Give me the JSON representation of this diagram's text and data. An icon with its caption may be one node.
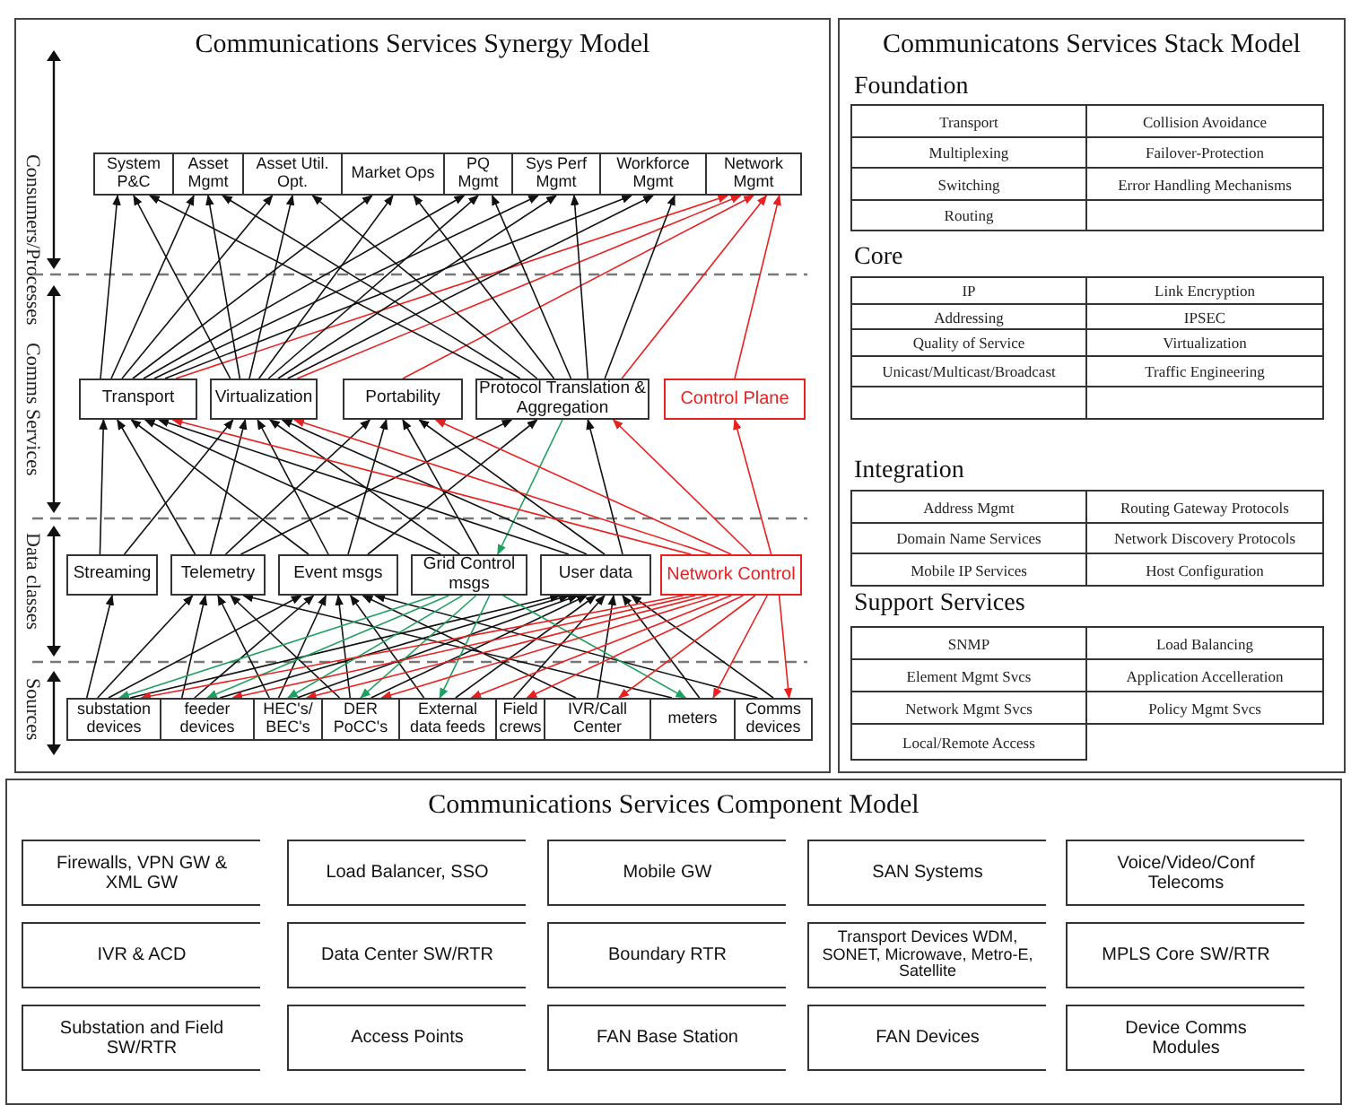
{
  "diagram": {
    "nodes": [
      {
        "text": [
          "Communications Services Synergy Model"
        ]
      },
      {
        "text": [
          "System P&C"
        ],
        "in": 0
      },
      {
        "text": [
          "Asset Mgmt"
        ],
        "in": 0
      },
      {
        "text": [
          "Asset Util. Opt."
        ],
        "in": 0
      },
      {
        "text": [
          "Market Ops"
        ],
        "in": 0
      },
      {
        "text": [
          "PQ Mgmt"
        ],
        "in": 0
      },
      {
        "text": [
          "Sys Perf Mgmt"
        ],
        "in": 0
      },
      {
        "text": [
          "Workforce Mgmt"
        ],
        "in": 0
      },
      {
        "text": [
          "Network Mgmt"
        ],
        "in": 0
      },
      {
        "text": [
          "Transport"
        ],
        "in": 0
      },
      {
        "text": [
          "Virtualization"
        ],
        "in": 0
      },
      {
        "text": [
          "Portability"
        ],
        "in": 0
      },
      {
        "text": [
          "Protocol Translation & Aggregation"
        ],
        "in": 0
      },
      {
        "text": [
          "Control Plane"
        ],
        "in": 0
      },
      {
        "text": [
          "Streaming"
        ],
        "in": 0
      },
      {
        "text": [
          "Telemetry"
        ],
        "in": 0
      },
      {
        "text": [
          "Event msgs"
        ],
        "in": 0
      },
      {
        "text": [
          "Grid Control msgs"
        ],
        "in": 0
      },
      {
        "text": [
          "User data"
        ],
        "in": 0
      },
      {
        "text": [
          "Network Control"
        ],
        "in": 0
      },
      {
        "text": [
          "substation devices"
        ],
        "in": 0
      },
      {
        "text": [
          "feeder devices"
        ],
        "in": 0
      },
      {
        "text": [
          "HEC's/ BEC's"
        ],
        "in": 0
      },
      {
        "text": [
          "DER PoCC's"
        ],
        "in": 0
      },
      {
        "text": [
          "External data feeds"
        ],
        "in": 0
      },
      {
        "text": [
          "Field crews"
        ],
        "in": 0
      },
      {
        "text": [
          "IVR/Call Center"
        ],
        "in": 0
      },
      {
        "text": [
          "meters"
        ],
        "in": 0
      },
      {
        "text": [
          "Comms devices"
        ],
        "in": 0
      },
      {
        "text": [
          "Communicatons Services Stack Model"
        ]
      },
      {
        "text": [
          "Communications Services Component Model"
        ]
      },
      {
        "text": [
          "Firewalls, VPN GW & XML GW"
        ],
        "in": 30
      },
      {
        "text": [
          "Load Balancer, SSO"
        ],
        "in": 30
      },
      {
        "text": [
          "Mobile GW"
        ],
        "in": 30
      },
      {
        "text": [
          "SAN Systems"
        ],
        "in": 30
      },
      {
        "text": [
          "Voice/Video/Conf Telecoms"
        ],
        "in": 30
      },
      {
        "text": [
          "IVR & ACD"
        ],
        "in": 30
      },
      {
        "text": [
          "Data Center SW/RTR"
        ],
        "in": 30
      },
      {
        "text": [
          "Boundary RTR"
        ],
        "in": 30
      },
      {
        "text": [
          "Transport Devices WDM, SONET, Microwave, Metro-E, Satellite"
        ],
        "in": 30
      },
      {
        "text": [
          "MPLS Core SW/RTR"
        ],
        "in": 30
      },
      {
        "text": [
          "Substation and Field SW/RTR"
        ],
        "in": 30
      },
      {
        "text": [
          "Access Points"
        ],
        "in": 30
      },
      {
        "text": [
          "FAN Base Station"
        ],
        "in": 30
      },
      {
        "text": [
          "FAN Devices"
        ],
        "in": 30
      },
      {
        "text": [
          "Device Comms Modules"
        ],
        "in": 30
      }
    ],
    "edges": [
      {
        "from": 9,
        "to": 1,
        "arrow": "to"
      },
      {
        "from": 9,
        "to": 2,
        "arrow": "to"
      },
      {
        "from": 9,
        "to": 3,
        "arrow": "to"
      },
      {
        "from": 9,
        "to": 4,
        "arrow": "to"
      },
      {
        "from": 9,
        "to": 5,
        "arrow": "to"
      },
      {
        "from": 9,
        "to": 6,
        "arrow": "to"
      },
      {
        "from": 9,
        "to": 7,
        "arrow": "to"
      },
      {
        "from": 9,
        "to": 8,
        "arrow": "to",
        "color": "#e82020"
      },
      {
        "from": 10,
        "to": 1,
        "arrow": "to"
      },
      {
        "from": 10,
        "to": 2,
        "arrow": "to"
      },
      {
        "from": 10,
        "to": 3,
        "arrow": "to"
      },
      {
        "from": 10,
        "to": 4,
        "arrow": "to"
      },
      {
        "from": 10,
        "to": 5,
        "arrow": "to"
      },
      {
        "from": 10,
        "to": 6,
        "arrow": "to"
      },
      {
        "from": 10,
        "to": 7,
        "arrow": "to"
      },
      {
        "from": 10,
        "to": 8,
        "arrow": "to",
        "color": "#e82020"
      },
      {
        "from": 11,
        "to": 8,
        "arrow": "to",
        "color": "#e82020"
      },
      {
        "from": 12,
        "to": 1,
        "arrow": "to"
      },
      {
        "from": 12,
        "to": 2,
        "arrow": "to"
      },
      {
        "from": 12,
        "to": 3,
        "arrow": "to"
      },
      {
        "from": 12,
        "to": 4,
        "arrow": "to"
      },
      {
        "from": 12,
        "to": 5,
        "arrow": "to"
      },
      {
        "from": 12,
        "to": 6,
        "arrow": "to"
      },
      {
        "from": 12,
        "to": 7,
        "arrow": "to"
      },
      {
        "from": 12,
        "to": 8,
        "arrow": "to",
        "color": "#e82020"
      },
      {
        "from": 13,
        "to": 8,
        "arrow": "to",
        "color": "#e82020"
      },
      {
        "from": 14,
        "to": 9,
        "arrow": "to"
      },
      {
        "from": 14,
        "to": 10,
        "arrow": "to"
      },
      {
        "from": 15,
        "to": 9,
        "arrow": "to"
      },
      {
        "from": 15,
        "to": 10,
        "arrow": "to"
      },
      {
        "from": 15,
        "to": 11,
        "arrow": "to"
      },
      {
        "from": 15,
        "to": 12,
        "arrow": "to"
      },
      {
        "from": 16,
        "to": 9,
        "arrow": "to"
      },
      {
        "from": 16,
        "to": 10,
        "arrow": "to"
      },
      {
        "from": 16,
        "to": 11,
        "arrow": "to"
      },
      {
        "from": 16,
        "to": 12,
        "arrow": "to"
      },
      {
        "from": 17,
        "to": 9,
        "arrow": "to"
      },
      {
        "from": 17,
        "to": 10,
        "arrow": "to"
      },
      {
        "from": 17,
        "to": 11,
        "arrow": "to"
      },
      {
        "from": 12,
        "to": 17,
        "arrow": "to",
        "color": "#20a060"
      },
      {
        "from": 18,
        "to": 9,
        "arrow": "to"
      },
      {
        "from": 18,
        "to": 10,
        "arrow": "to"
      },
      {
        "from": 18,
        "to": 11,
        "arrow": "to"
      },
      {
        "from": 18,
        "to": 12,
        "arrow": "to"
      },
      {
        "from": 19,
        "to": 9,
        "arrow": "to",
        "color": "#e82020"
      },
      {
        "from": 19,
        "to": 10,
        "arrow": "to",
        "color": "#e82020"
      },
      {
        "from": 19,
        "to": 11,
        "arrow": "to",
        "color": "#e82020"
      },
      {
        "from": 19,
        "to": 12,
        "arrow": "to",
        "color": "#e82020"
      },
      {
        "from": 19,
        "to": 13,
        "arrow": "to",
        "color": "#e82020"
      },
      {
        "from": 20,
        "to": 14,
        "arrow": "to"
      },
      {
        "from": 20,
        "to": 15,
        "arrow": "to"
      },
      {
        "from": 20,
        "to": 16,
        "arrow": "to"
      },
      {
        "from": 20,
        "to": 18,
        "arrow": "to"
      },
      {
        "from": 21,
        "to": 15,
        "arrow": "to"
      },
      {
        "from": 21,
        "to": 16,
        "arrow": "to"
      },
      {
        "from": 21,
        "to": 18,
        "arrow": "to"
      },
      {
        "from": 22,
        "to": 15,
        "arrow": "to"
      },
      {
        "from": 22,
        "to": 16,
        "arrow": "to"
      },
      {
        "from": 22,
        "to": 18,
        "arrow": "to"
      },
      {
        "from": 23,
        "to": 15,
        "arrow": "to"
      },
      {
        "from": 23,
        "to": 16,
        "arrow": "to"
      },
      {
        "from": 23,
        "to": 18,
        "arrow": "to"
      },
      {
        "from": 24,
        "to": 16,
        "arrow": "to"
      },
      {
        "from": 24,
        "to": 18,
        "arrow": "to"
      },
      {
        "from": 25,
        "to": 18,
        "arrow": "to"
      },
      {
        "from": 26,
        "to": 16,
        "arrow": "to"
      },
      {
        "from": 26,
        "to": 18,
        "arrow": "to"
      },
      {
        "from": 27,
        "to": 15,
        "arrow": "to"
      },
      {
        "from": 27,
        "to": 18,
        "arrow": "to"
      },
      {
        "from": 28,
        "to": 16,
        "arrow": "to"
      },
      {
        "from": 28,
        "to": 18,
        "arrow": "to"
      },
      {
        "from": 17,
        "to": 20,
        "arrow": "to",
        "color": "#20a060"
      },
      {
        "from": 17,
        "to": 21,
        "arrow": "to",
        "color": "#20a060"
      },
      {
        "from": 17,
        "to": 22,
        "arrow": "to",
        "color": "#20a060"
      },
      {
        "from": 17,
        "to": 23,
        "arrow": "to",
        "color": "#20a060"
      },
      {
        "from": 17,
        "to": 24,
        "arrow": "to",
        "color": "#20a060"
      },
      {
        "from": 17,
        "to": 27,
        "arrow": "to",
        "color": "#20a060"
      },
      {
        "from": 19,
        "to": 20,
        "arrow": "to",
        "color": "#e82020"
      },
      {
        "from": 19,
        "to": 21,
        "arrow": "to",
        "color": "#e82020"
      },
      {
        "from": 19,
        "to": 22,
        "arrow": "to",
        "color": "#e82020"
      },
      {
        "from": 19,
        "to": 23,
        "arrow": "to",
        "color": "#e82020"
      },
      {
        "from": 19,
        "to": 24,
        "arrow": "to",
        "color": "#e82020"
      },
      {
        "from": 19,
        "to": 25,
        "arrow": "to",
        "color": "#e82020"
      },
      {
        "from": 19,
        "to": 26,
        "arrow": "to",
        "color": "#e82020"
      },
      {
        "from": 19,
        "to": 27,
        "arrow": "to",
        "color": "#e82020"
      },
      {
        "from": 19,
        "to": 28,
        "arrow": "to",
        "color": "#e82020"
      }
    ],
    "labels": [
      "Consumers/Processes",
      "Comms Services",
      "Data classes",
      "Sources",
      "Foundation",
      "Transport",
      "Collision Avoidance",
      "Multiplexing",
      "Failover-Protection",
      "Switching",
      "Error Handling Mechanisms",
      "Routing",
      "Core",
      "IP",
      "Link Encryption",
      "Addressing",
      "IPSEC",
      "Quality of Service",
      "Virtualization",
      "Unicast/Multicast/Broadcast",
      "Traffic Engineering",
      "Integration",
      "Address Mgmt",
      "Routing Gateway Protocols",
      "Domain Name Services",
      "Network Discovery Protocols",
      "Mobile IP Services",
      "Host Configuration",
      "Support Services",
      "SNMP",
      "Load Balancing",
      "Element Mgmt Svcs",
      "Application Accelleration",
      "Network Mgmt Svcs",
      "Policy Mgmt Svcs",
      "Local/Remote Access"
    ]
  }
}
